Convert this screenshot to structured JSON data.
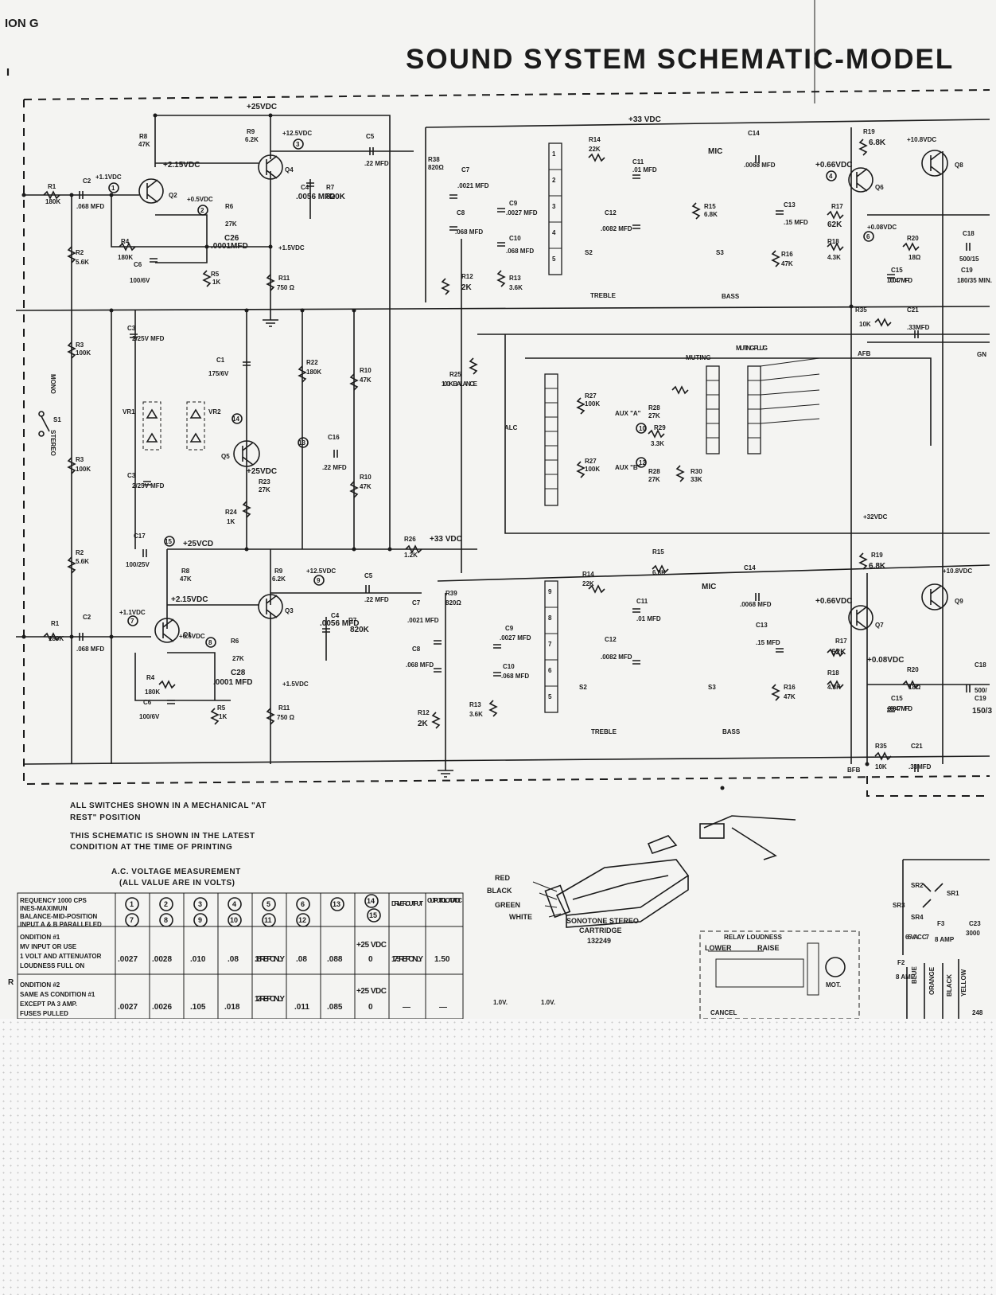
{
  "header": {
    "corner_label": "ION G",
    "title": "SOUND SYSTEM SCHEMATIC-MODEL"
  },
  "rails": {
    "v25": "+25VDC",
    "v33": "+33 VDC",
    "v33b": "+33 VDC",
    "v32": "+32VDC",
    "v25b": "+25VCD"
  },
  "channel_a": {
    "r1": "R1",
    "r1v": "180K",
    "c2": "C2",
    "c2v": ".068 MFD",
    "n1": "+1.1VDC",
    "q2": "Q2",
    "r8": "R8",
    "r8v": "47K",
    "v215": "+2.15VDC",
    "r9": "R9",
    "r9v": "6.2K",
    "v125": "+12.5VDC",
    "q4": "Q4",
    "c4": "C4",
    "c4v": ".0056 MFD",
    "r7": "R7",
    "r7v": "820K",
    "c5": "C5",
    "c5v": ".22 MFD",
    "v05": "+0.5VDC",
    "r6": "R6",
    "r6v": "27K",
    "c26": "C26",
    "c26v": ".0001MFD",
    "v15": "+1.5VDC",
    "r4": "R4",
    "r4v": "180K",
    "c6": "C6",
    "c6v": "100/6V",
    "r5": "R5",
    "r5v": "1K",
    "r11": "R11",
    "r11v": "750 Ω",
    "r2": "R2",
    "r2v": "5.6K"
  },
  "channel_b": {
    "r1": "R1",
    "r1v": "180K",
    "c2": "C2",
    "c2v": ".068 MFD",
    "n1": "+1.1VDC",
    "q1": "Q1",
    "r8": "R8",
    "r8v": "47K",
    "v215": "+2.15VDC",
    "r9": "R9",
    "r9v": "6.2K",
    "v125": "+12.5VDC",
    "q3": "Q3",
    "c4": "C4",
    "c4v": ".0056 MFD",
    "r7": "R7",
    "r7v": "820K",
    "c5": "C5",
    "c5v": ".22 MFD",
    "v05": "+0.5VDC",
    "r6": "R6",
    "r6v": "27K",
    "c28": "C28",
    "c28v": ".0001 MFD",
    "v15": "+1.5VDC",
    "r4": "R4",
    "r4v": "180K",
    "c6": "C6",
    "c6v": "100/6V",
    "r5": "R5",
    "r5v": "1K",
    "r11": "R11",
    "r11v": "750 Ω",
    "r2": "R2",
    "r2v": "5.6K",
    "c17": "C17",
    "c17v": "100/25V",
    "r26": "R26",
    "r26v": "1.2K"
  },
  "tone_a": {
    "r38": "R38",
    "r38v": "820Ω",
    "c7": "C7",
    "c7v": ".0021 MFD",
    "c8": "C8",
    "c8v": ".068 MFD",
    "c9": "C9",
    "c9v": ".0027 MFD",
    "c10": "C10",
    "c10v": ".068 MFD",
    "r12": "R12",
    "r12v": "2K",
    "r13": "R13",
    "r13v": "3.6K",
    "r14": "R14",
    "r14v": "22K",
    "c11": "C11",
    "c11v": ".01 MFD",
    "c12": "C12",
    "c12v": ".0082 MFD",
    "s2": "S2",
    "treble": "TREBLE",
    "mic": "MIC",
    "c14": "C14",
    "c14v": ".0068 MFD",
    "r15": "R15",
    "r15v": "6.8K",
    "c13": "C13",
    "c13v": ".15 MFD",
    "s3": "S3",
    "r16": "R16",
    "r16v": "47K",
    "bass": "BASS"
  },
  "tone_b": {
    "r39": "R39",
    "r39v": "820Ω",
    "c7": "C7",
    "c7v": ".0021 MFD",
    "c8": "C8",
    "c8v": ".068 MFD",
    "c9": "C9",
    "c9v": ".0027 MFD",
    "c10": "C10",
    "c10v": ".068 MFD",
    "r12": "R12",
    "r12v": "2K",
    "r13": "R13",
    "r13v": "3.6K",
    "r14": "R14",
    "r14v": "22K",
    "c11": "C11",
    "c11v": ".01 MFD",
    "c12": "C12",
    "c12v": ".0082 MFD",
    "s2": "S2",
    "treble": "TREBLE",
    "mic": "MIC",
    "c14": "C14",
    "c14v": ".0068 MFD",
    "r15": "R15",
    "r15v": "6.8K",
    "c13": "C13",
    "c13v": ".15 MFD",
    "s3": "S3",
    "r16": "R16",
    "r16v": "47K",
    "bass": "BASS"
  },
  "driver_a": {
    "r19": "R19",
    "r19v": "6.8K",
    "v108": "+10.8VDC",
    "q8": "Q8",
    "v066": "+0.66VDC",
    "q6": "Q6",
    "r17": "R17",
    "r17v": "62K",
    "v008": "+0.08VDC",
    "r18": "R18",
    "r18v": "4.3K",
    "r20": "R20",
    "r20v": "18Ω",
    "c15": "C15",
    "c15v": ".00047 MFD",
    "c18": "C18",
    "c18v": "500/15",
    "c19": "C19",
    "c19v": "180/35 MIN.",
    "r35": "R35",
    "r35v": "10K",
    "c21": "C21",
    "c21v": ".33MFD",
    "afb": "AFB"
  },
  "driver_b": {
    "r19": "R19",
    "r19v": "6.8K",
    "v108": "+10.8VDC",
    "q9": "Q9",
    "v066": "+0.66VDC",
    "q7": "Q7",
    "r17": "R17",
    "r17v": "62K",
    "v008": "+0.08VDC",
    "r18": "R18",
    "r18v": "4.3K",
    "r20": "R20",
    "r20v": "18Ω",
    "c15": "C15",
    "c15v": ".00047 MFD",
    "c18": "C18",
    "c18v": "500/",
    "c19": "C19",
    "c19v": "150/3",
    "r35": "R35",
    "r35v": "10K",
    "c21": "C21",
    "c21v": ".33MFD",
    "bfb": "BFB"
  },
  "mid": {
    "c3a": "C3",
    "c3av": "2/25V MFD",
    "c3b": "C3",
    "c3bv": "2/25V MFD",
    "r3a": "R3",
    "r3av": "100K",
    "r3b": "R3",
    "r3bv": "100K",
    "vr1": "VR1",
    "vr2": "VR2",
    "c1": "C1",
    "c1v": "175/6V",
    "r22": "R22",
    "r22v": "180K",
    "r10a": "R10",
    "r10av": "47K",
    "r10b": "R10",
    "r10bv": "47K",
    "q5": "Q5",
    "q5v": "+25VDC",
    "c16": "C16",
    "c16v": ".22 MFD",
    "r23": "R23",
    "r23v": "27K",
    "r24": "R24",
    "r24v": "1K",
    "r25": "R25",
    "r25v": "100K BALANCE",
    "s1": "S1",
    "mono": "MONO",
    "stereo": "STEREO",
    "alc": "ALC",
    "muting": "MUTING",
    "muting_plug": "MUTING PLUG",
    "r27a": "R27",
    "r27av": "100K",
    "r27b": "R27",
    "r27bv": "100K",
    "r28a": "R28",
    "r28av": "27K",
    "r28b": "R28",
    "r28bv": "27K",
    "r29": "R29",
    "r29v": "3.3K",
    "r30": "R30",
    "r30v": "33K",
    "aux_a": "AUX \"A\"",
    "aux_b": "AUX \"B\""
  },
  "notes": {
    "n1a": "ALL SWITCHES SHOWN IN A MECHANICAL \"AT",
    "n1b": "REST\" POSITION",
    "n2a": "THIS SCHEMATIC IS SHOWN IN THE LATEST",
    "n2b": "CONDITION AT THE TIME OF PRINTING"
  },
  "table": {
    "title": "A.C. VOLTAGE MEASUREMENT",
    "subtitle": "(ALL VALUE ARE IN VOLTS)",
    "rowhead": [
      "REQUENCY 1000 CPS",
      "INES-MAXIMUN",
      "BALANCE-MID-POSITION",
      "INPUT A & B PARALLELED"
    ],
    "top_circles": [
      "1",
      "2",
      "3",
      "4",
      "5",
      "6",
      "13",
      "14",
      "15"
    ],
    "bot_circles": [
      "7",
      "8",
      "9",
      "10",
      "11",
      "12"
    ],
    "driver_out": "DRIVER OUTPUT",
    "output_load": "OUTPUT TO LOAD A TO C",
    "cond1": [
      "ONDITION #1",
      "MV INPUT OR USE",
      "1 VOLT AND ATTENUATOR",
      "LOUDNESS FULL ON"
    ],
    "cond1_vals": [
      ".0027",
      ".0028",
      ".010",
      ".08",
      ".18 REF ONLY",
      ".08",
      ".088",
      "0",
      "+25 VDC",
      "1.75 REF ONLY",
      "1.50"
    ],
    "cond2": [
      "ONDITION #2",
      "SAME AS CONDITION #1",
      "EXCEPT PA 3 AMP.",
      "FUSES PULLED"
    ],
    "cond2_vals": [
      ".0027",
      ".0026",
      ".105",
      ".018",
      "1.2 REF ONLY",
      ".011",
      ".085",
      "0",
      "+25 VDC",
      "—",
      "—"
    ]
  },
  "cartridge": {
    "red": "RED",
    "black": "BLACK",
    "green": "GREEN",
    "white": "WHITE",
    "name": "SONOTONE STEREO",
    "sub": "CARTRIDGE",
    "part": "132249"
  },
  "bottom_right": {
    "loudness": "RELAY LOUDNESS",
    "lower": "LOWER",
    "raise": "RAISE",
    "motor": "MOT.",
    "cancel": "CANCEL",
    "sr1": "SR1",
    "sr2": "SR2",
    "sr3": "SR3",
    "sr4": "SR4",
    "f3": "F3",
    "f3v": "8 AMP",
    "f2": "F2",
    "f2v": "8 AMP",
    "c7v": "65VAC C7",
    "c23": "C23",
    "c23v": "3000",
    "blue": "BLUE",
    "orange": "ORANGE",
    "black": "BLACK",
    "yellow": "YELLOW",
    "v1a": "1.0V.",
    "v1b": "1.0V.",
    "n248": "248"
  },
  "edge": {
    "mono_r": "R",
    "gnd": "GN",
    "min": "MIN."
  }
}
